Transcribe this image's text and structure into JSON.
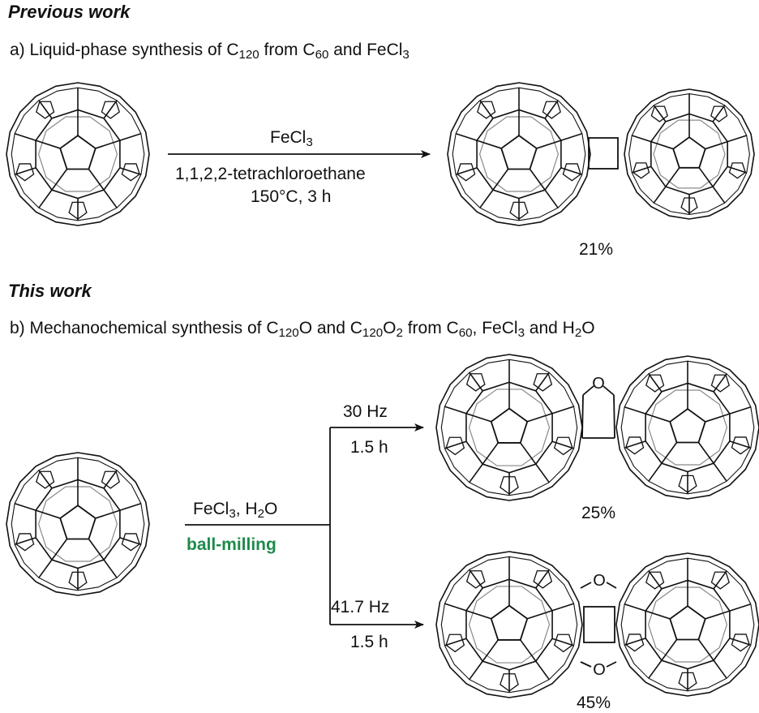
{
  "section_a": {
    "heading": "Previous work",
    "caption": {
      "pre": "a) Liquid-phase synthesis of C",
      "sub1": "120",
      "mid": " from C",
      "sub2": "60",
      "mid2": " and FeCl",
      "sub3": "3"
    },
    "conditions": {
      "reagent": "FeCl",
      "reagent_sub": "3",
      "solvent": "1,1,2,2-tetrachloroethane",
      "temp_time": "150°C, 3 h"
    },
    "yield": "21%"
  },
  "section_b": {
    "heading": "This work",
    "caption": {
      "p1": "b) Mechanochemical synthesis of C",
      "s1": "120",
      "p2": "O and C",
      "s2": "120",
      "p3": "O",
      "s3": "2",
      "p4": " from C",
      "s4": "60",
      "p5": ", FeCl",
      "s5": "3",
      "p6": " and H",
      "s6": "2",
      "p7": "O"
    },
    "conditions": {
      "reagent_1": "FeCl",
      "reagent_1_sub": "3",
      "reagent_sep": ", H",
      "reagent_2_sub": "2",
      "reagent_2_tail": "O",
      "method": "ball-milling"
    },
    "branch_top": {
      "freq": "30 Hz",
      "time": "1.5 h",
      "yield": "25%",
      "atom": "O"
    },
    "branch_bottom": {
      "freq": "41.7 Hz",
      "time": "1.5 h",
      "yield": "45%",
      "atom_top": "O",
      "atom_bottom": "O"
    }
  },
  "colors": {
    "accent_green": "#1e8a4a",
    "line": "#111111"
  }
}
